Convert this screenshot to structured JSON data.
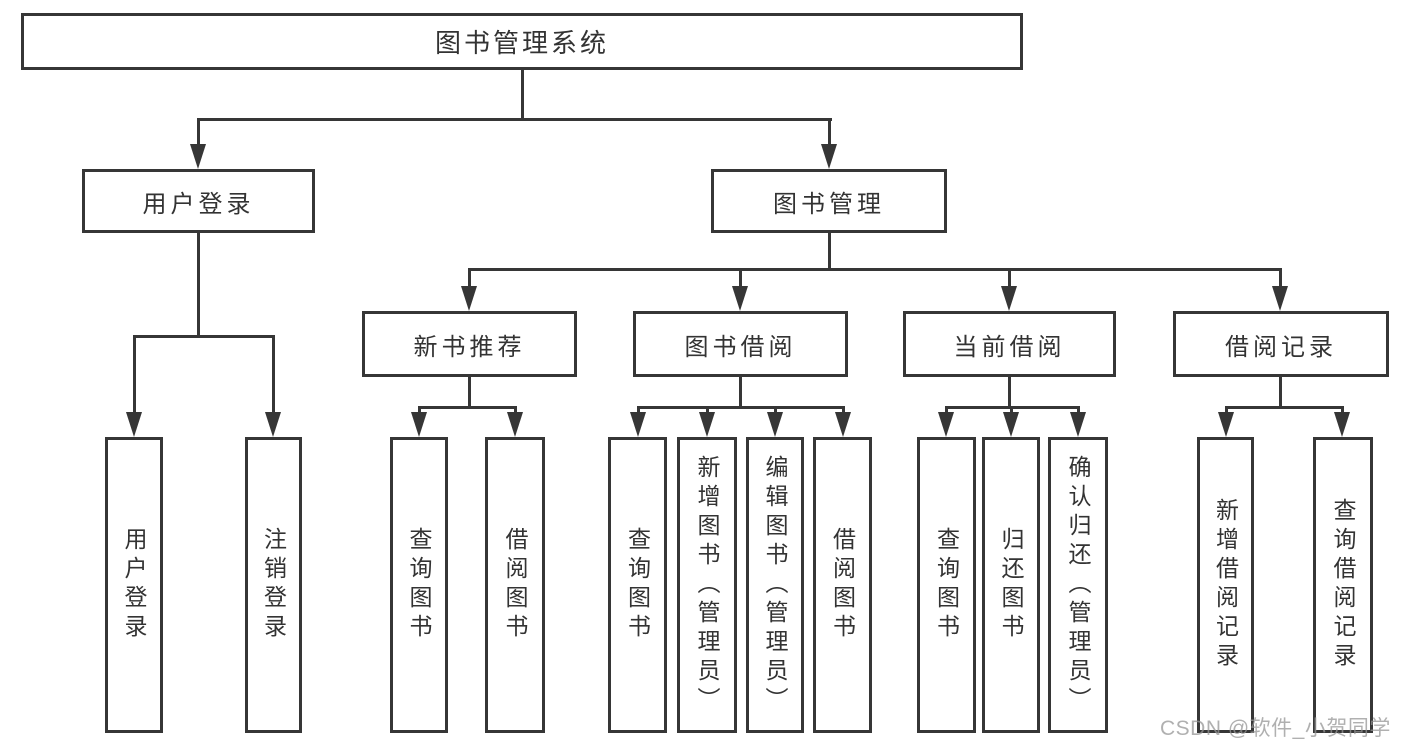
{
  "diagram": {
    "root": "图书管理系统",
    "level2": [
      "用户登录",
      "图书管理"
    ],
    "level3": [
      "新书推荐",
      "图书借阅",
      "当前借阅",
      "借阅记录"
    ],
    "leaves": {
      "user": [
        "用户登录",
        "注销登录"
      ],
      "newbook": [
        "查询图书",
        "借阅图书"
      ],
      "borrow": [
        "查询图书",
        "新增图书（管理员）",
        "编辑图书（管理员）",
        "借阅图书"
      ],
      "current": [
        "查询图书",
        "归还图书",
        "确认归还（管理员）"
      ],
      "records": [
        "新增借阅记录",
        "查询借阅记录"
      ]
    }
  },
  "watermark": "CSDN @软件_小贺同学",
  "colors": {
    "line": "#363636",
    "text": "#333333",
    "watermark": "#969696",
    "background": "#ffffff"
  }
}
